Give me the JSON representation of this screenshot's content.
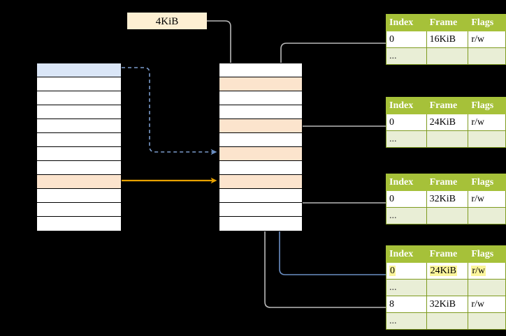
{
  "diagram": {
    "title": "page-table-translation",
    "size_label": "4KiB",
    "colors": {
      "background": "#000000",
      "header_green": "#a6c139",
      "ellipsis_row": "#e9eed6",
      "highlight_blue": "#dae6f7",
      "highlight_peach": "#fce4cd",
      "highlight_yellow": "#fbf59b",
      "label_box": "#fdefd2",
      "wire_gray": "#b3b3b3",
      "wire_blue": "#6b8fc4",
      "wire_orange": "#e8a200"
    }
  },
  "left_column": {
    "name": "virtual-address-space",
    "rows": [
      {
        "label": "",
        "fill": "blue"
      },
      {
        "label": "",
        "fill": "none"
      },
      {
        "label": "",
        "fill": "none"
      },
      {
        "label": "",
        "fill": "none"
      },
      {
        "label": "",
        "fill": "none"
      },
      {
        "label": "",
        "fill": "none"
      },
      {
        "label": "",
        "fill": "none"
      },
      {
        "label": "",
        "fill": "none"
      },
      {
        "label": "",
        "fill": "peach"
      },
      {
        "label": "",
        "fill": "none"
      },
      {
        "label": "",
        "fill": "none"
      },
      {
        "label": "",
        "fill": "none"
      }
    ]
  },
  "middle_column": {
    "name": "physical-memory",
    "rows": [
      {
        "label": "",
        "fill": "none"
      },
      {
        "label": "",
        "fill": "peach"
      },
      {
        "label": "",
        "fill": "none"
      },
      {
        "label": "",
        "fill": "none"
      },
      {
        "label": "",
        "fill": "peach"
      },
      {
        "label": "",
        "fill": "none"
      },
      {
        "label": "",
        "fill": "peach"
      },
      {
        "label": "",
        "fill": "none"
      },
      {
        "label": "",
        "fill": "peach"
      },
      {
        "label": "",
        "fill": "none"
      },
      {
        "label": "",
        "fill": "none"
      },
      {
        "label": "",
        "fill": "none"
      }
    ]
  },
  "tables": {
    "headers": [
      "Index",
      "Frame",
      "Flags"
    ],
    "ellipsis": "...",
    "list": [
      {
        "name": "page-table-1",
        "rows": [
          {
            "type": "data",
            "index": "0",
            "frame": "16KiB",
            "flags": "r/w",
            "highlight": false
          },
          {
            "type": "ellipsis"
          }
        ]
      },
      {
        "name": "page-table-2",
        "rows": [
          {
            "type": "data",
            "index": "0",
            "frame": "24KiB",
            "flags": "r/w",
            "highlight": false
          },
          {
            "type": "ellipsis"
          }
        ]
      },
      {
        "name": "page-table-3",
        "rows": [
          {
            "type": "data",
            "index": "0",
            "frame": "32KiB",
            "flags": "r/w",
            "highlight": false
          },
          {
            "type": "ellipsis"
          }
        ]
      },
      {
        "name": "page-table-4",
        "rows": [
          {
            "type": "data",
            "index": "0",
            "frame": "24KiB",
            "flags": "r/w",
            "highlight": true
          },
          {
            "type": "ellipsis"
          },
          {
            "type": "data",
            "index": "8",
            "frame": "32KiB",
            "flags": "r/w",
            "highlight": false
          },
          {
            "type": "ellipsis"
          }
        ]
      }
    ]
  }
}
